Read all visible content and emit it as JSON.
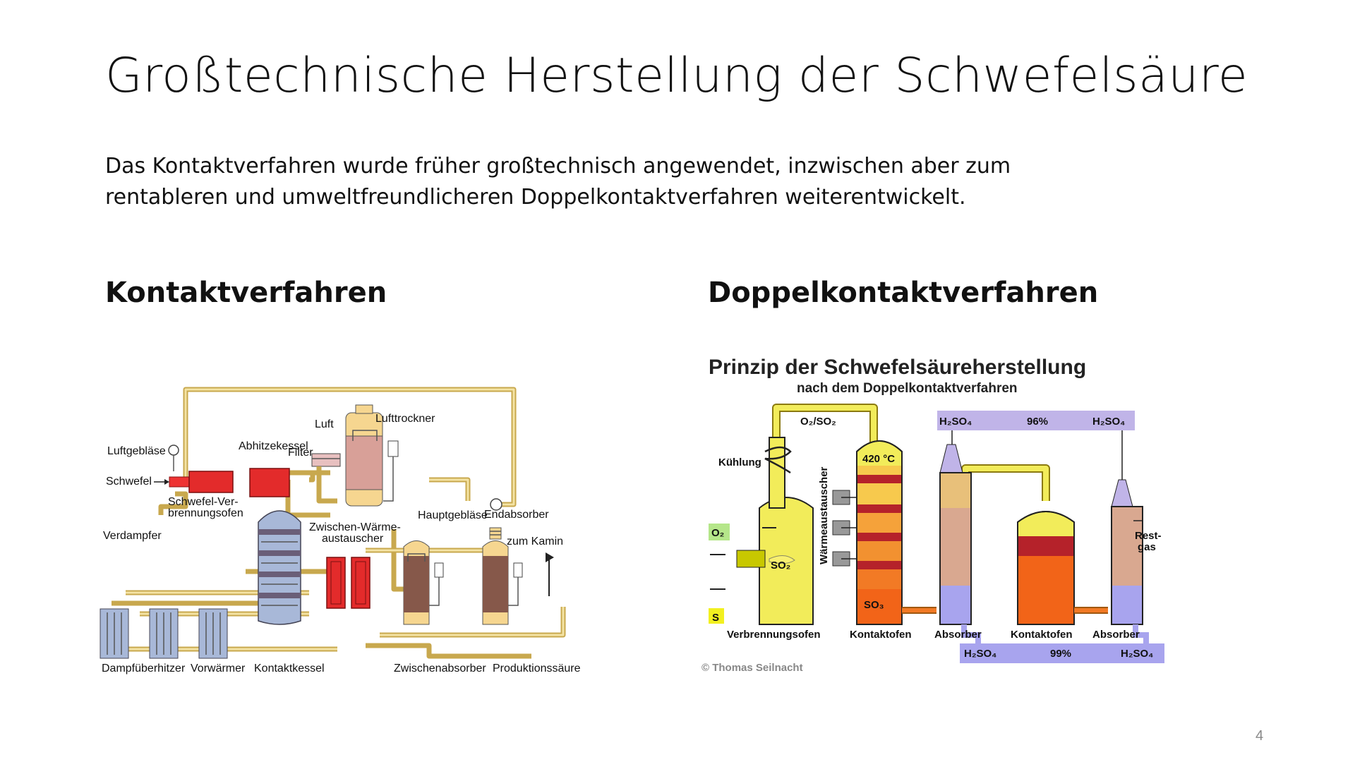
{
  "slide": {
    "title": "Großtechnische Herstellung der Schwefelsäure",
    "intro_line1": "Das Kontaktverfahren wurde früher großtechnisch angewendet, inzwischen aber zum",
    "intro_line2": "rentableren und umweltfreundlicheren Doppelkontaktverfahren weiterentwickelt.",
    "left_heading": "Kontaktverfahren",
    "right_heading": "Doppelkontaktverfahren",
    "page_number": "4"
  },
  "kontakt_diagram": {
    "labels": {
      "luftgeblaese": "Luftgebläse",
      "schwefel": "Schwefel",
      "abhitzekessel": "Abhitzekessel",
      "luft": "Luft",
      "filter": "Filter",
      "lufttrockner": "Lufttrockner",
      "verbrennungsofen_1": "Schwefel-Ver-",
      "verbrennungsofen_2": "brennungsofen",
      "hauptgeblaese": "Hauptgebläse",
      "endabsorber": "Endabsorber",
      "verdampfer": "Verdampfer",
      "zw_waerme_1": "Zwischen-Wärme-",
      "zw_waerme_2": "austauscher",
      "zum_kamin": "zum Kamin",
      "dampfueberhitzer": "Dampfüberhitzer",
      "vorwaermer": "Vorwärmer",
      "kontaktkessel": "Kontaktkessel",
      "zwischenabsorber": "Zwischenabsorber",
      "produktionssaeure": "Produktionssäure"
    }
  },
  "doppel_diagram": {
    "title": "Prinzip der Schwefelsäureherstellung",
    "subtitle": "nach dem Doppelkontaktverfahren",
    "o2so2": "O₂/SO₂",
    "kuehlung": "Kühlung",
    "waermeaustauscher": "Wärmeaustauscher",
    "temp": "420 °C",
    "o2": "O₂",
    "so2": "SO₂",
    "so3": "SO₃",
    "s": "S",
    "h2so4_tl": "H₂SO₄",
    "pct_96": "96%",
    "h2so4_tr": "H₂SO₄",
    "restgas_1": "Rest-",
    "restgas_2": "gas",
    "verbrennungsofen": "Verbrennungsofen",
    "kontaktofen_1": "Kontaktofen",
    "absorber_1": "Absorber",
    "kontaktofen_2": "Kontaktofen",
    "absorber_2": "Absorber",
    "h2so4_bl": "H₂SO₄",
    "pct_99": "99%",
    "h2so4_br": "H₂SO₄",
    "copyright": "© Thomas Seilnacht"
  }
}
